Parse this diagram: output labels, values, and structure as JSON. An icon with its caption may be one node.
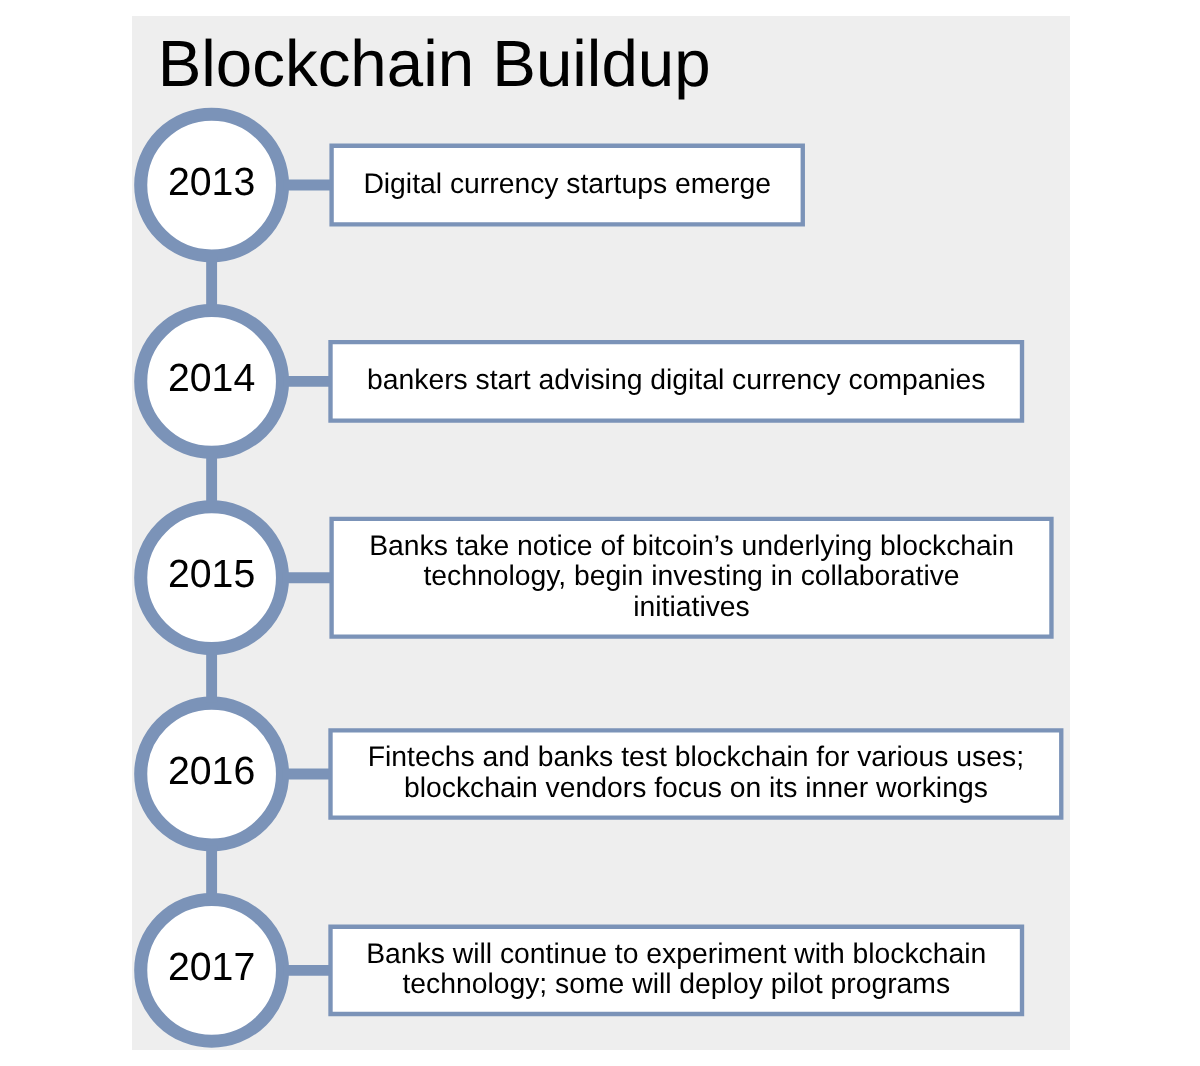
{
  "diagram": {
    "title": "Blockchain Buildup",
    "nodes": [
      {
        "text": [
          "2013"
        ]
      },
      {
        "text": [
          "Digital currency startups emerge"
        ]
      },
      {
        "text": [
          "2014"
        ]
      },
      {
        "text": [
          "bankers start advising digital currency companies"
        ]
      },
      {
        "text": [
          "2015"
        ]
      },
      {
        "text": [
          "Banks take notice of bitcoin’s underlying blockchain technology, begin investing in collaborative initiatives"
        ]
      },
      {
        "text": [
          "2016"
        ]
      },
      {
        "text": [
          "Fintechs and banks test blockchain for various uses; blockchain vendors focus on its inner workings"
        ]
      },
      {
        "text": [
          "2017"
        ]
      },
      {
        "text": [
          "Banks will continue to experiment with blockchain technology; some will deploy pilot programs"
        ]
      }
    ],
    "edges": [
      {
        "from": 0,
        "to": 1,
        "arrow": "none"
      },
      {
        "from": 0,
        "to": 2,
        "arrow": "none"
      },
      {
        "from": 2,
        "to": 3,
        "arrow": "none"
      },
      {
        "from": 2,
        "to": 4,
        "arrow": "none"
      },
      {
        "from": 4,
        "to": 5,
        "arrow": "none"
      },
      {
        "from": 4,
        "to": 6,
        "arrow": "none"
      },
      {
        "from": 6,
        "to": 7,
        "arrow": "none"
      },
      {
        "from": 6,
        "to": 8,
        "arrow": "none"
      },
      {
        "from": 8,
        "to": 9,
        "arrow": "none"
      }
    ]
  }
}
